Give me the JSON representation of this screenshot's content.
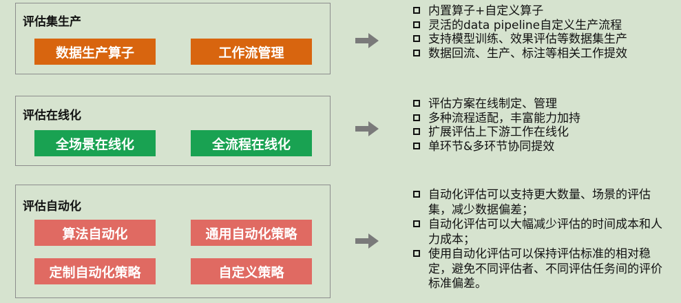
{
  "sections": [
    {
      "title": "评估集生产",
      "tags": [
        "数据生产算子",
        "工作流管理"
      ],
      "bullets": [
        "内置算子+自定义算子",
        "灵活的data pipeline自定义生产流程",
        "支持模型训练、效果评估等数据集生产",
        "数据回流、生产、标注等相关工作提效"
      ]
    },
    {
      "title": "评估在线化",
      "tags": [
        "全场景在线化",
        "全流程在线化"
      ],
      "bullets": [
        "评估方案在线制定、管理",
        "多种流程适配，丰富能力加持",
        "扩展评估上下游工作在线化",
        "单环节&多环节协同提效"
      ]
    },
    {
      "title": "评估自动化",
      "tags": [
        "算法自动化",
        "通用自动化策略",
        "定制自动化策略",
        "自定义策略"
      ],
      "bullets": [
        "自动化评估可以支持更大数量、场景的评估集，减少数据偏差；",
        "自动化评估可以大幅减少评估的时间成本和人力成本；",
        "使用自动化评估可以保持评估标准的相对稳定，避免不同评估者、不同评估任务间的评价标准偏差。"
      ]
    }
  ],
  "colors": {
    "background": "#d6e3cf",
    "orange": "#d8650f",
    "green": "#19a252",
    "pink": "#e06a62",
    "arrow": "#7a7a7a"
  },
  "icons": {
    "arrow": "right-arrow-icon",
    "bullet": "square-bullet-icon"
  }
}
